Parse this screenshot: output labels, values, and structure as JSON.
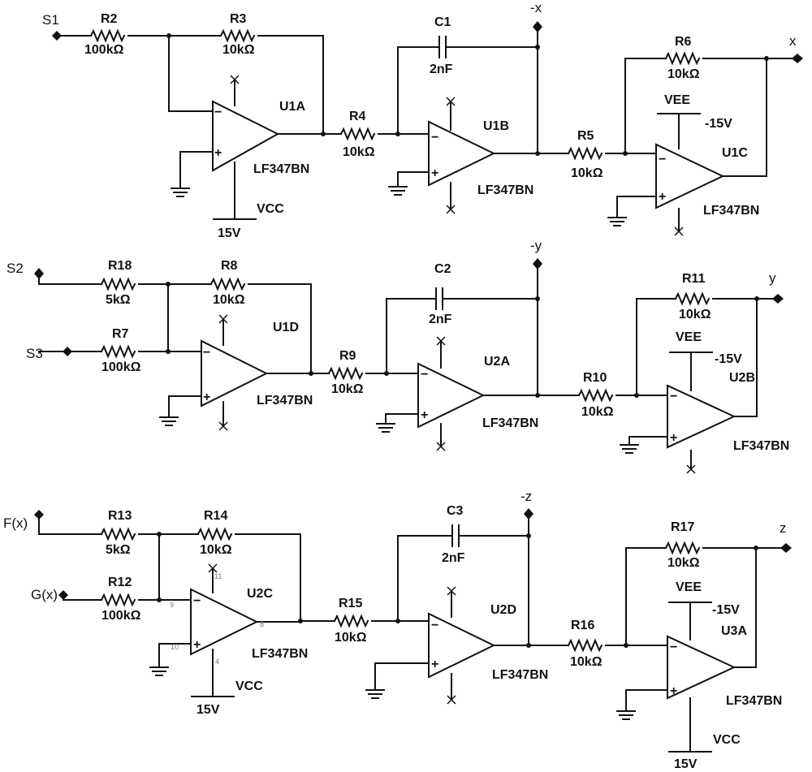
{
  "colors": {
    "wire": "#111111",
    "background": "#ffffff"
  },
  "ports": {
    "s1": "S1",
    "s2": "S2",
    "s3": "S3",
    "fx": "F(x)",
    "gx": "G(x)",
    "neg_x": "-x",
    "x": "x",
    "neg_y": "-y",
    "y": "y",
    "neg_z": "-z",
    "z": "z"
  },
  "resistors": {
    "r2": {
      "ref": "R2",
      "value": "100kΩ"
    },
    "r3": {
      "ref": "R3",
      "value": "10kΩ"
    },
    "r4": {
      "ref": "R4",
      "value": "10kΩ"
    },
    "r5": {
      "ref": "R5",
      "value": "10kΩ"
    },
    "r6": {
      "ref": "R6",
      "value": "10kΩ"
    },
    "r18": {
      "ref": "R18",
      "value": "5kΩ"
    },
    "r8": {
      "ref": "R8",
      "value": "10kΩ"
    },
    "r7": {
      "ref": "R7",
      "value": "100kΩ"
    },
    "r9": {
      "ref": "R9",
      "value": "10kΩ"
    },
    "r10": {
      "ref": "R10",
      "value": "10kΩ"
    },
    "r11": {
      "ref": "R11",
      "value": "10kΩ"
    },
    "r13": {
      "ref": "R13",
      "value": "5kΩ"
    },
    "r14": {
      "ref": "R14",
      "value": "10kΩ"
    },
    "r12": {
      "ref": "R12",
      "value": "100kΩ"
    },
    "r15": {
      "ref": "R15",
      "value": "10kΩ"
    },
    "r16": {
      "ref": "R16",
      "value": "10kΩ"
    },
    "r17": {
      "ref": "R17",
      "value": "10kΩ"
    }
  },
  "capacitors": {
    "c1": {
      "ref": "C1",
      "value": "2nF"
    },
    "c2": {
      "ref": "C2",
      "value": "2nF"
    },
    "c3": {
      "ref": "C3",
      "value": "2nF"
    }
  },
  "opamps": {
    "u1a": "U1A",
    "u1b": "U1B",
    "u1c": "U1C",
    "u1d": "U1D",
    "u2a": "U2A",
    "u2b": "U2B",
    "u2c": "U2C",
    "u2d": "U2D",
    "u3a": "U3A",
    "part": "LF347BN"
  },
  "supplies": {
    "vcc": "VCC",
    "vee": "VEE",
    "pos": "15V",
    "neg": "-15V"
  },
  "pin_numbers": {
    "p11": "11",
    "p9": "9",
    "p10": "10",
    "p8": "8",
    "p4": "4"
  },
  "signs": {
    "minus": "−",
    "plus": "+"
  }
}
